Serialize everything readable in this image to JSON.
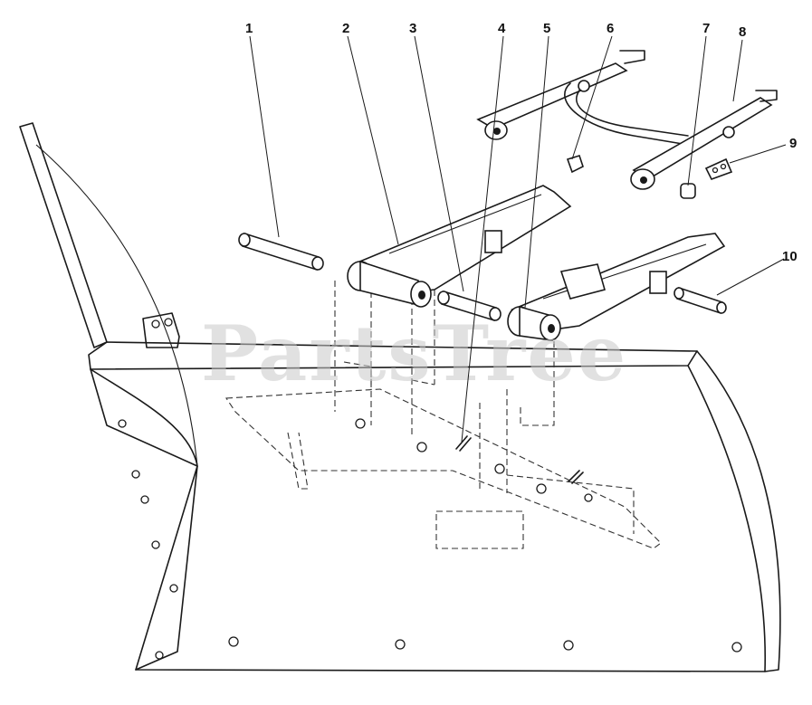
{
  "watermark": "PartsTree",
  "callouts": [
    {
      "number": "1"
    },
    {
      "number": "2"
    },
    {
      "number": "3"
    },
    {
      "number": "4"
    },
    {
      "number": "5"
    },
    {
      "number": "6"
    },
    {
      "number": "7"
    },
    {
      "number": "8"
    },
    {
      "number": "9"
    },
    {
      "number": "10"
    }
  ]
}
